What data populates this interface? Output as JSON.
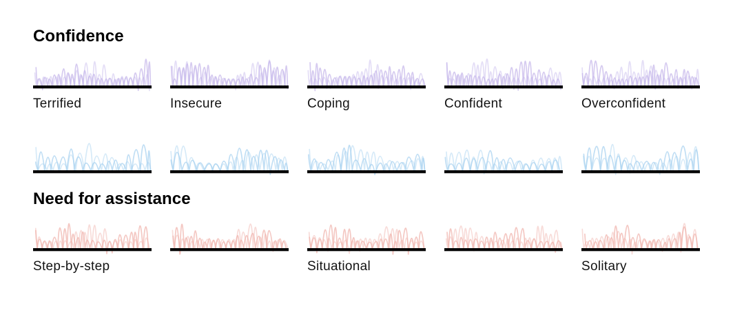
{
  "page": {
    "background": "#ffffff",
    "baseline_color": "#050505",
    "text_color": "#131313"
  },
  "sections": [
    {
      "heading": "Confidence",
      "wave_color": "#c4b5ea",
      "charts": [
        {
          "label": "Terrified"
        },
        {
          "label": "Insecure"
        },
        {
          "label": "Coping"
        },
        {
          "label": "Confident"
        },
        {
          "label": "Overconfident"
        }
      ]
    },
    {
      "heading": "",
      "wave_color": "#a5d0ef",
      "charts": [
        {
          "label": ""
        },
        {
          "label": ""
        },
        {
          "label": ""
        },
        {
          "label": ""
        },
        {
          "label": ""
        }
      ]
    },
    {
      "heading": "Need for assistance",
      "wave_color": "#f0b1aa",
      "charts": [
        {
          "label": "Step-by-step"
        },
        {
          "label": ""
        },
        {
          "label": "Situational"
        },
        {
          "label": ""
        },
        {
          "label": "Solitary"
        }
      ]
    }
  ]
}
